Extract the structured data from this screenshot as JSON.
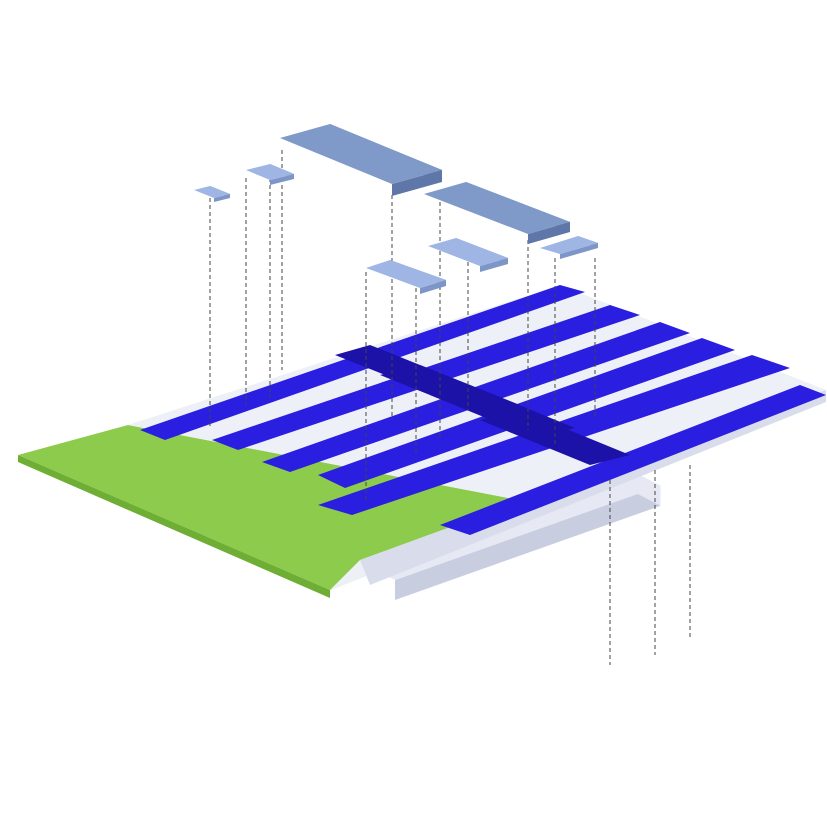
{
  "diagram": {
    "kind": "exploded isometric architectural diagram",
    "colors": {
      "background": "#ffffff",
      "green_plane": "#8ccb4c",
      "green_edge": "#6fae35",
      "slab_top": "#eef0f8",
      "slab_side": "#d9dcea",
      "blue_strip": "#2a1ee0",
      "blue_strip_side": "#1c12a8",
      "volume_top": "#7f99c9",
      "volume_side": "#5e77a8",
      "small_volume_top": "#9fb6e4",
      "small_volume_side": "#7e95c8",
      "beam": "#e6e9f3",
      "beam_side": "#c9cde0",
      "leader_line": "#444444"
    },
    "parts": [
      "green-base-plane",
      "white-slab",
      "blue-strips",
      "floating-volumes",
      "support-beams",
      "leader-lines"
    ]
  }
}
